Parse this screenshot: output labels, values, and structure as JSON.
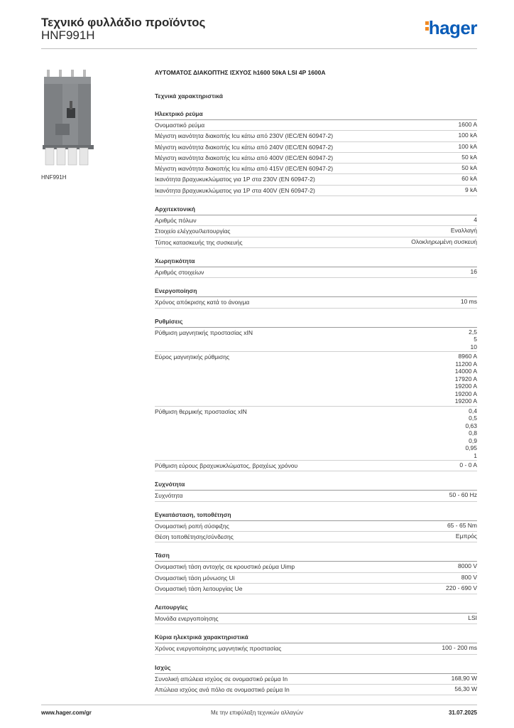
{
  "header": {
    "title": "Τεχνικό φυλλάδιο προϊόντος",
    "subtitle": "HNF991H",
    "logo": "hager"
  },
  "product": {
    "image_caption": "HNF991H",
    "title": "ΑΥΤΟΜΑΤΟΣ ΔΙΑΚΟΠΤΗΣ ΙΣΧΥΟΣ h1600 50kA LSI 4P 1600A",
    "tech_heading": "Τεχνικά χαρακτηριστικά"
  },
  "sections": [
    {
      "title": "Ηλεκτρικό ρεύμα",
      "rows": [
        {
          "label": "Ονομαστικό ρεύμα",
          "values": [
            "1600 A"
          ]
        },
        {
          "label": "Μέγιστη ικανότητα διακοπής Icu κάτω από 230V (IEC/EN 60947-2)",
          "values": [
            "100 kA"
          ]
        },
        {
          "label": "Μέγιστη ικανότητα διακοπής Icu κάτω από 240V (IEC/EN 60947-2)",
          "values": [
            "100 kA"
          ]
        },
        {
          "label": "Μέγιστη ικανότητα διακοπής Icu κάτω από 400V (IEC/EN 60947-2)",
          "values": [
            "50 kA"
          ]
        },
        {
          "label": "Μέγιστη ικανότητα διακοπής Icu κάτω από 415V (IEC/EN 60947-2)",
          "values": [
            "50 kA"
          ]
        },
        {
          "label": "Ικανότητα βραχυκυκλώματος για 1P στα 230V (EN 60947-2)",
          "values": [
            "60 kA"
          ]
        },
        {
          "label": "Ικανότητα βραχυκυκλώματος για 1P στα 400V (EN 60947-2)",
          "values": [
            "9 kA"
          ]
        }
      ]
    },
    {
      "title": "Αρχιτεκτονική",
      "rows": [
        {
          "label": "Αριθμός πόλων",
          "values": [
            "4"
          ]
        },
        {
          "label": "Στοιχείο ελέγχου/λειτουργίας",
          "values": [
            "Εναλλαγή"
          ]
        },
        {
          "label": "Τύπος κατασκευής της συσκευής",
          "values": [
            "Ολοκληρωμένη συσκευή"
          ]
        }
      ]
    },
    {
      "title": "Χωρητικότητα",
      "rows": [
        {
          "label": "Αριθμός στοιχείων",
          "values": [
            "16"
          ]
        }
      ]
    },
    {
      "title": "Ενεργοποίηση",
      "rows": [
        {
          "label": "Χρόνος απόκρισης κατά το άνοιγμα",
          "values": [
            "10 ms"
          ]
        }
      ]
    },
    {
      "title": "Ρυθμίσεις",
      "rows": [
        {
          "label": "Ρύθμιση μαγνητικής προστασίας xIN",
          "values": [
            "2,5",
            "5",
            "10"
          ]
        },
        {
          "label": "Εύρος μαγνητικής ρύθμισης",
          "values": [
            "8960 A",
            "11200 A",
            "14000 A",
            "17920 A",
            "19200 A",
            "19200 A",
            "19200 A"
          ]
        },
        {
          "label": "Ρύθμιση θερμικής προστασίας xIN",
          "values": [
            "0,4",
            "0,5",
            "0,63",
            "0,8",
            "0,9",
            "0,95",
            "1"
          ]
        },
        {
          "label": "Ρύθμιση εύρους βραχυκυκλώματος, βραχέως χρόνου",
          "values": [
            "0 - 0 A"
          ]
        }
      ]
    },
    {
      "title": "Συχνότητα",
      "rows": [
        {
          "label": "Συχνότητα",
          "values": [
            "50 - 60 Hz"
          ]
        }
      ]
    },
    {
      "title": "Εγκατάσταση, τοποθέτηση",
      "rows": [
        {
          "label": "Ονομαστική ροπή σύσφιξης",
          "values": [
            "65 - 65 Nm"
          ]
        },
        {
          "label": "Θέση τοποθέτησης/σύνδεσης",
          "values": [
            "Εμπρός"
          ]
        }
      ]
    },
    {
      "title": "Τάση",
      "rows": [
        {
          "label": "Ονομαστική τάση αντοχής σε κρουστικό ρεύμα Uimp",
          "values": [
            "8000 V"
          ]
        },
        {
          "label": "Ονομαστική τάση μόνωσης Ui",
          "values": [
            "800 V"
          ]
        },
        {
          "label": "Ονομαστική τάση λειτουργίας Ue",
          "values": [
            "220 - 690 V"
          ]
        }
      ]
    },
    {
      "title": "Λειτουργίες",
      "rows": [
        {
          "label": "Μονάδα ενεργοποίησης",
          "values": [
            "LSI"
          ]
        }
      ]
    },
    {
      "title": "Κύρια ηλεκτρικά χαρακτηριστικά",
      "rows": [
        {
          "label": "Χρόνος ενεργοποίησης μαγνητικής προστασίας",
          "values": [
            "100 - 200 ms"
          ]
        }
      ]
    },
    {
      "title": "Ισχύς",
      "rows": [
        {
          "label": "Συνολική απώλεια ισχύος σε ονομαστικό ρεύμα In",
          "values": [
            "168,90 W"
          ]
        },
        {
          "label": "Απώλεια ισχύος ανά πόλο σε ονομαστικό ρεύμα In",
          "values": [
            "56,30 W"
          ]
        }
      ]
    }
  ],
  "footer": {
    "website": "www.hager.com/gr",
    "notice": "Με την επιφύλαξη τεχνικών αλλαγών",
    "date": "31.07.2025"
  }
}
